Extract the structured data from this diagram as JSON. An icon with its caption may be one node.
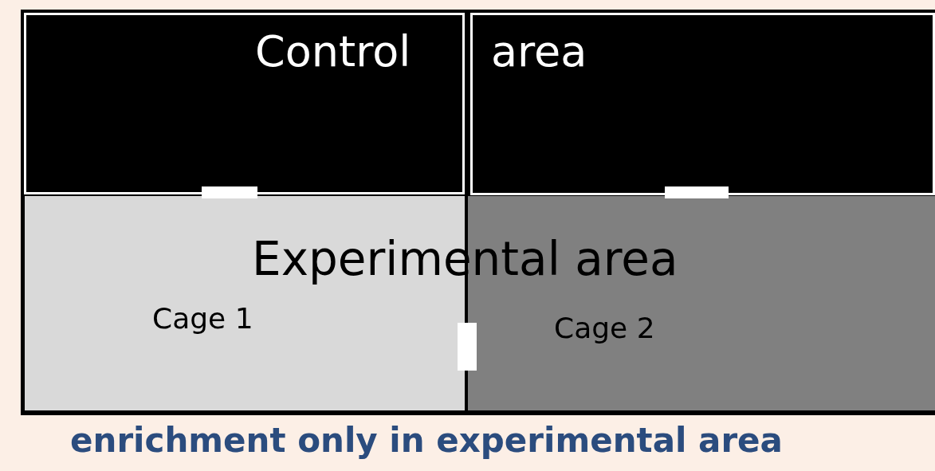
{
  "diagram": {
    "caption": "enrichment only in experimental area",
    "nodes": [
      {
        "text": [],
        "shape": "box"
      },
      {
        "text": [],
        "shape": "box"
      },
      {
        "text": [
          "Cage 1"
        ]
      },
      {
        "text": [
          "Cage 2"
        ]
      },
      {
        "text": [],
        "shape": "bar"
      },
      {
        "text": [],
        "shape": "bar"
      },
      {
        "text": [],
        "shape": "bar"
      }
    ],
    "labels": [
      "Control",
      "area",
      "Experimental area"
    ]
  }
}
